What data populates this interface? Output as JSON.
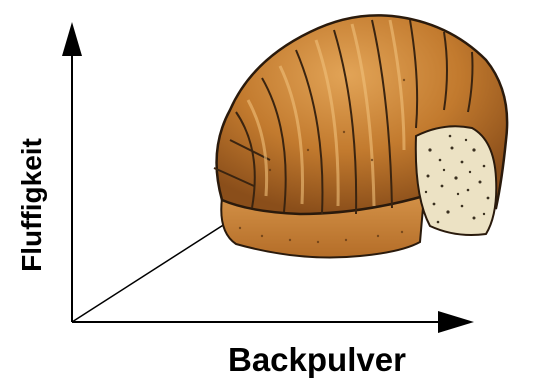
{
  "diagram": {
    "x_axis_label": "Backpulver",
    "y_axis_label": "Fluffigkeit",
    "illustration": "bundt-cake",
    "colors": {
      "axis": "#000000",
      "cake_crust": "#c27a2e",
      "cake_crust_dark": "#8a4e1a",
      "cake_crumb": "#ece2c4",
      "outline": "#2a1a0c"
    }
  }
}
